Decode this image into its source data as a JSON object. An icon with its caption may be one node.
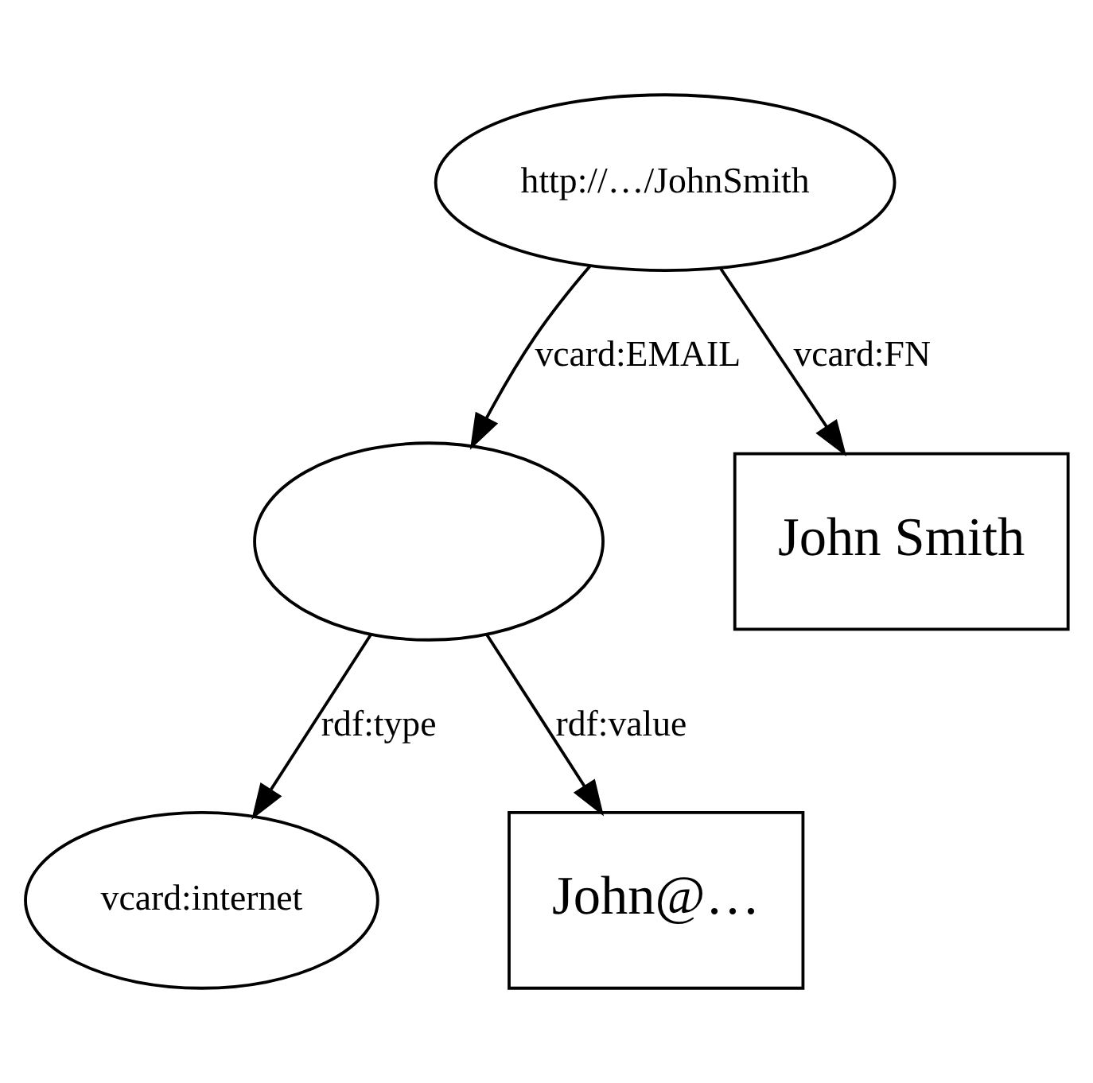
{
  "diagram": {
    "nodes": [
      {
        "text": [
          "http://…/JohnSmith"
        ]
      },
      {
        "text": [],
        "shape": "ellipse"
      },
      {
        "text": [
          "John Smith"
        ]
      },
      {
        "text": [
          "vcard:internet"
        ]
      },
      {
        "text": [
          "John@…"
        ]
      }
    ],
    "edges": [
      {
        "from": 0,
        "to": 1,
        "arrow": "to",
        "label": "vcard:EMAIL"
      },
      {
        "from": 0,
        "to": 2,
        "arrow": "to",
        "label": "vcard:FN"
      },
      {
        "from": 1,
        "to": 3,
        "arrow": "to",
        "label": "rdf:type"
      },
      {
        "from": 1,
        "to": 4,
        "arrow": "to",
        "label": "rdf:value"
      }
    ]
  }
}
